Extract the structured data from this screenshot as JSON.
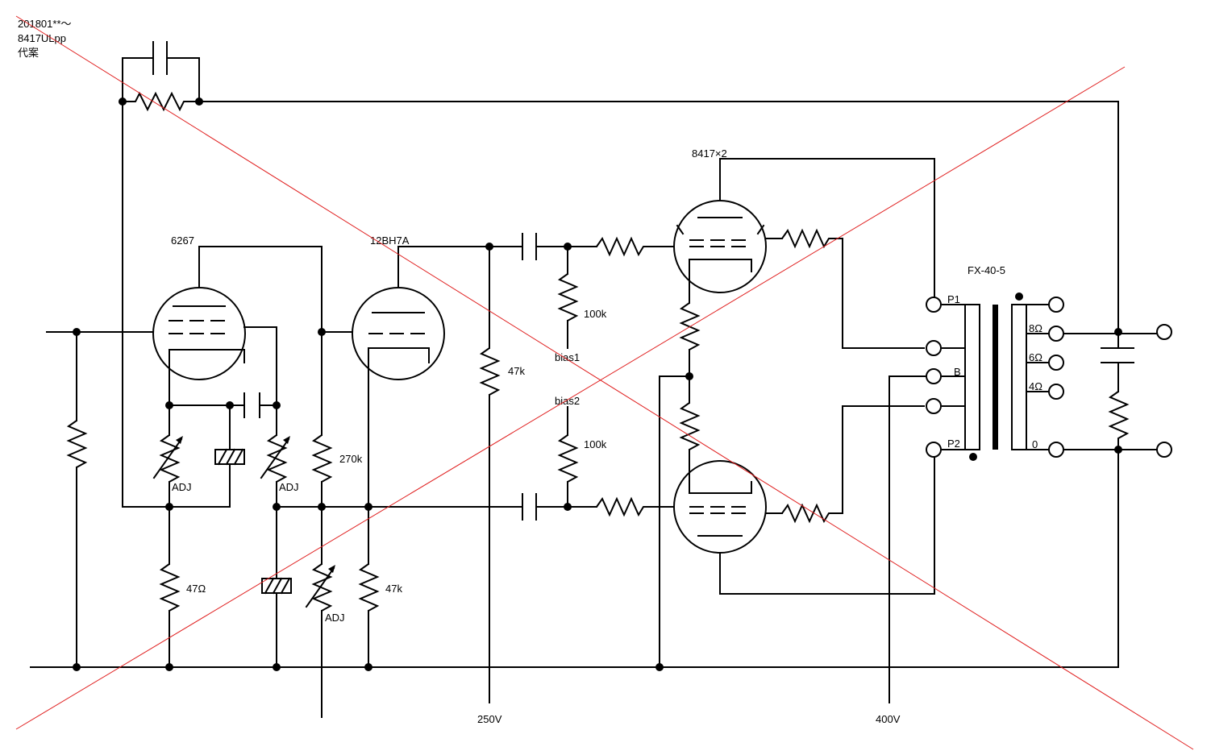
{
  "title": {
    "line1": "201801**～",
    "line2": "8417ULpp",
    "line3": "代案"
  },
  "tubes": {
    "v1": "6267",
    "v2": "12BH7A",
    "v3": "8417×2"
  },
  "components": {
    "r_270k": "270k",
    "r_47k_grid": "47k",
    "r_47k_plate": "47k",
    "r_100k_top": "100k",
    "r_100k_bottom": "100k",
    "r_47ohm": "47Ω",
    "adj1": "ADJ",
    "adj2": "ADJ",
    "adj3": "ADJ"
  },
  "nets": {
    "bias1": "bias1",
    "bias2": "bias2",
    "supply_250": "250V",
    "supply_400": "400V"
  },
  "transformer": {
    "name": "FX-40-5",
    "p1": "P1",
    "b": "B",
    "p2": "P2",
    "tap_8": "8Ω",
    "tap_6": "6Ω",
    "tap_4": "4Ω",
    "tap_0": "0"
  },
  "colors": {
    "wire": "#000000",
    "cross_out": "#e02020",
    "background": "#ffffff"
  }
}
